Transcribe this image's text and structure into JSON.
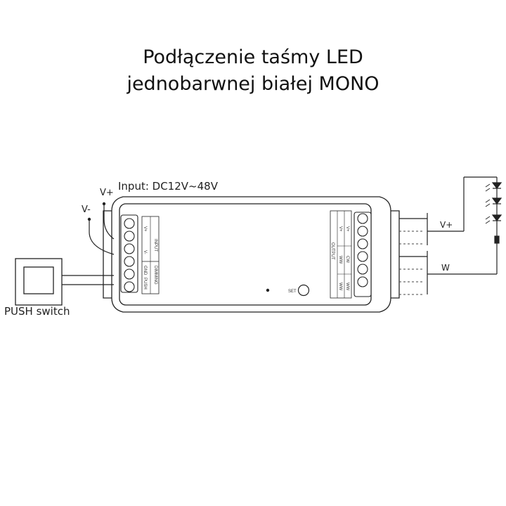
{
  "title": {
    "line1": "Podłączenie taśmy LED",
    "line2": "jednobarwnej białej MONO"
  },
  "input_label": "Input: DC12V~48V",
  "power": {
    "plus": "V+",
    "minus": "V-"
  },
  "switch_label": "PUSH switch",
  "controller": {
    "input_header": "INPUT",
    "input_terminals": [
      "V+",
      "V-"
    ],
    "dimming_header": "DIMMING",
    "dimming_terminals": [
      "GND",
      "PUSH"
    ],
    "set_label": "SET",
    "output_header": "OUTPUT",
    "output_terminals": [
      "V+",
      "V+",
      "WW",
      "CW",
      "WW",
      "WW"
    ]
  },
  "strip": {
    "plus": "V+",
    "w": "W"
  }
}
